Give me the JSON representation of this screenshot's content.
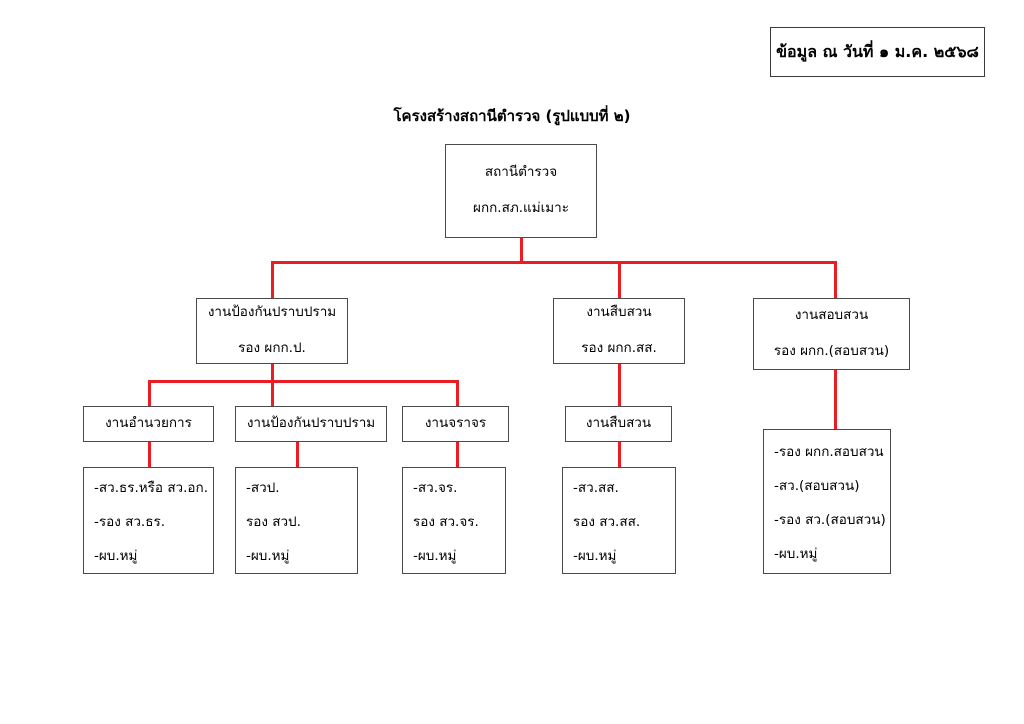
{
  "header": {
    "stamp_text": "ข้อมูล ณ วันที่ ๑ ม.ค. ๒๕๖๘"
  },
  "chart": {
    "title": "โครงสร้างสถานีตำรวจ (รูปแบบที่ ๒)",
    "connector_color": "#ec1c24",
    "box_border_color": "#4a4a4a",
    "root": {
      "line1": "สถานีตำรวจ",
      "line2": "ผกก.สภ.แม่เมาะ"
    },
    "divisions": [
      {
        "line1": "งานป้องกันปราบปราม",
        "line2": "รอง ผกก.ป."
      },
      {
        "line1": "งานสืบสวน",
        "line2": "รอง ผกก.สส."
      },
      {
        "line1": "งานสอบสวน",
        "line2": "รอง ผกก.(สอบสวน)"
      }
    ],
    "subunits": [
      {
        "label": "งานอำนวยการ"
      },
      {
        "label": "งานป้องกันปราบปราม"
      },
      {
        "label": "งานจราจร"
      },
      {
        "label": "งานสืบสวน"
      }
    ],
    "staff_lists": [
      {
        "name": "admin-staff",
        "lines": [
          "-สว.ธร.หรือ สว.อก.",
          "-รอง สว.ธร.",
          "-ผบ.หมู่"
        ]
      },
      {
        "name": "prevention-staff",
        "lines": [
          "-สวป.",
          "รอง สวป.",
          "-ผบ.หมู่"
        ]
      },
      {
        "name": "traffic-staff",
        "lines": [
          "-สว.จร.",
          "รอง สว.จร.",
          "-ผบ.หมู่"
        ]
      },
      {
        "name": "investigation-staff",
        "lines": [
          "-สว.สส.",
          "รอง สว.สส.",
          "-ผบ.หมู่"
        ]
      },
      {
        "name": "inquiry-staff",
        "lines": [
          "-รอง ผกก.สอบสวน",
          "-สว.(สอบสวน)",
          "-รอง สว.(สอบสวน)",
          "-ผบ.หมู่"
        ]
      }
    ]
  }
}
